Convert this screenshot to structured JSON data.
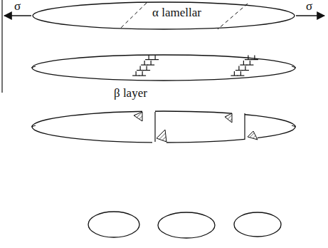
{
  "diagram": {
    "nodes": [
      {
        "text": [
          "α lamellar"
        ]
      }
    ],
    "labels": [
      "σ",
      "σ",
      "β layer"
    ]
  }
}
